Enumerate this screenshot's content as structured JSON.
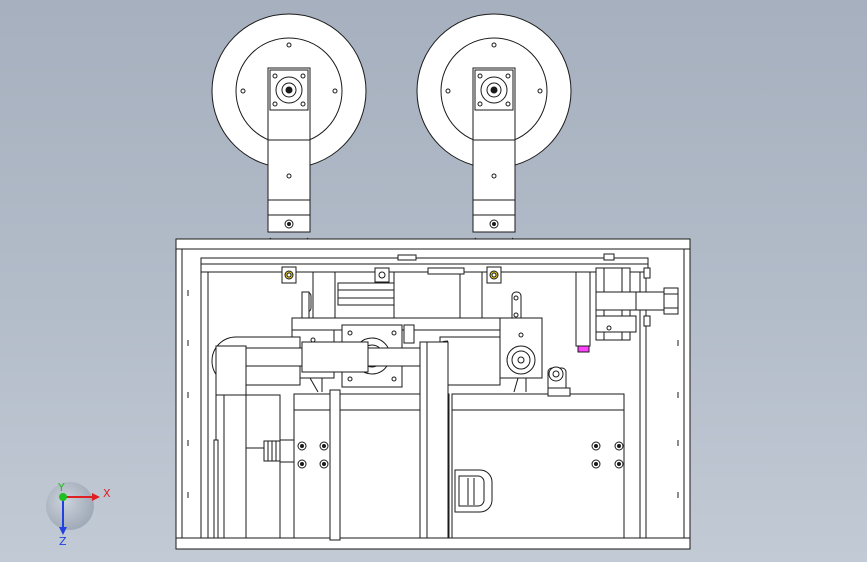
{
  "viewport": {
    "background": "#b0b9c6"
  },
  "triad": {
    "x_label": "X",
    "y_label": "Y",
    "z_label": "Z",
    "x_color": "#e02020",
    "y_color": "#20c020",
    "z_color": "#2040e0"
  },
  "model": {
    "body_color": "#ffffff",
    "edge_color": "#1a1a1a",
    "highlight_color": "#ff40ff"
  }
}
